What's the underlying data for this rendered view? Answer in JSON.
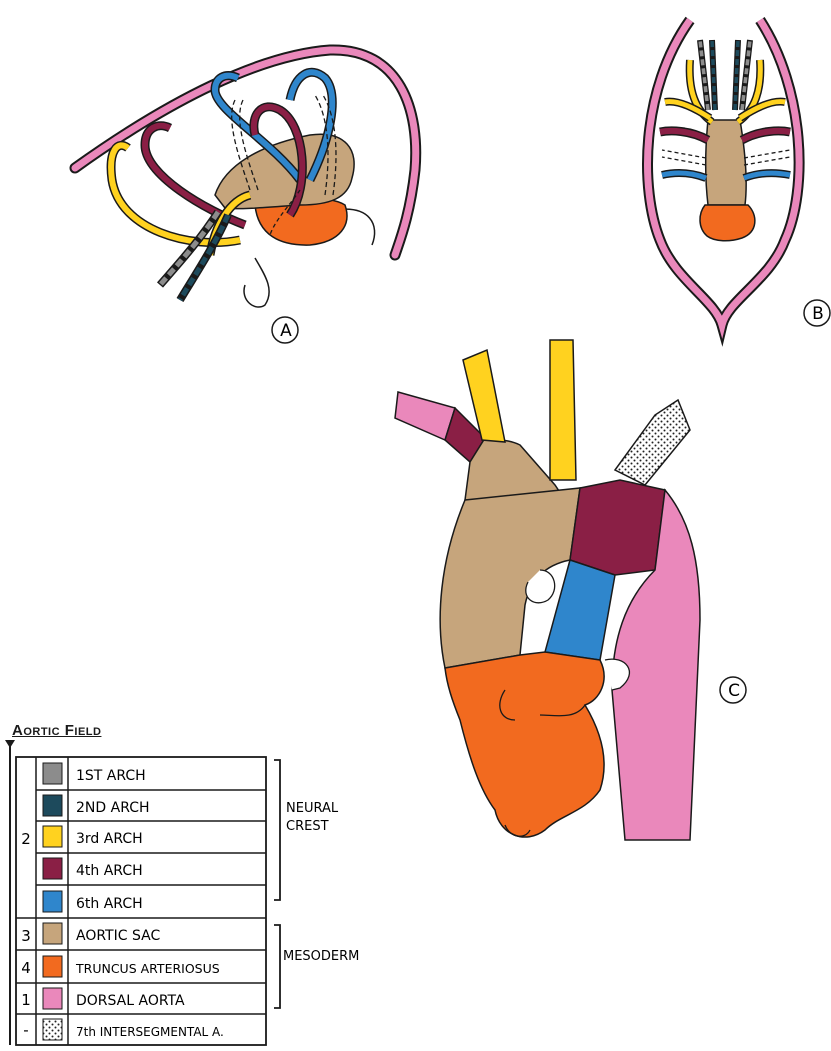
{
  "panels": {
    "a_label": "A",
    "b_label": "B",
    "c_label": "C"
  },
  "legend": {
    "title": "Aortic Field",
    "rows": [
      {
        "field": "",
        "label": "1ST ARCH",
        "color": "#8c8c8c"
      },
      {
        "field": "",
        "label": "2ND ARCH",
        "color": "#1d4a5c"
      },
      {
        "field": "2",
        "label": "3rd ARCH",
        "color": "#ffd21f"
      },
      {
        "field": "",
        "label": "4th ARCH",
        "color": "#8a1f45"
      },
      {
        "field": "",
        "label": "6th ARCH",
        "color": "#2f86cc"
      },
      {
        "field": "3",
        "label": "AORTIC SAC",
        "color": "#c6a57c"
      },
      {
        "field": "4",
        "label": "TRUNCUS ARTERIOSUS",
        "color": "#f26a1f"
      },
      {
        "field": "1",
        "label": "DORSAL AORTA",
        "color": "#ea88bb"
      },
      {
        "field": "-",
        "label": "7th INTERSEGMENTAL A.",
        "color": "#ffffff"
      }
    ],
    "group_neural": "NEURAL CREST",
    "group_mesoderm": "MESODERM"
  },
  "colors": {
    "arch1": "#8c8c8c",
    "arch2": "#1d4a5c",
    "arch3": "#ffd21f",
    "arch4": "#8a1f45",
    "arch6": "#2f86cc",
    "sac": "#c6a57c",
    "truncus": "#f26a1f",
    "dorsal": "#ea88bb",
    "outline": "#1a1a1a"
  }
}
